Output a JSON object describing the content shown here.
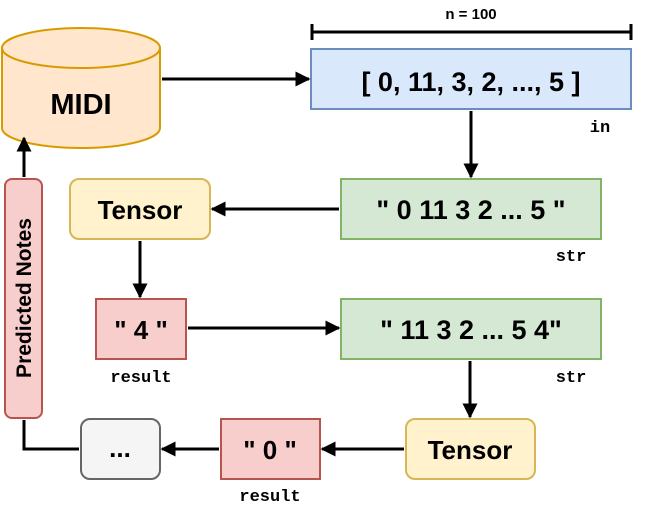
{
  "diagram": {
    "n_label": "n = 100",
    "midi": {
      "label": "MIDI"
    },
    "input_array": {
      "label": "[ 0, 11, 3, 2, ..., 5 ]",
      "caption": "in"
    },
    "str1": {
      "label": "\" 0 11 3 2 ... 5 \"",
      "caption": "str"
    },
    "tensor1": {
      "label": "Tensor"
    },
    "result1": {
      "label": "\" 4 \"",
      "caption": "result"
    },
    "str2": {
      "label": "\" 11 3 2 ... 5 4\"",
      "caption": "str"
    },
    "tensor2": {
      "label": "Tensor"
    },
    "result2": {
      "label": "\" 0 \"",
      "caption": "result"
    },
    "ellipsis": {
      "label": "..."
    },
    "predicted": {
      "label": "Predicted Notes"
    }
  },
  "colors": {
    "blue_fill": "#dae8fc",
    "blue_stroke": "#6c8ebf",
    "green_fill": "#d5e8d4",
    "green_stroke": "#82b366",
    "yellow_fill": "#fff2cc",
    "yellow_stroke": "#d6b656",
    "red_fill": "#f8cecc",
    "red_stroke": "#b85450",
    "gray_fill": "#f5f5f5",
    "gray_stroke": "#666666",
    "midi_fill": "#ffe6cc",
    "midi_stroke": "#d79b00"
  }
}
